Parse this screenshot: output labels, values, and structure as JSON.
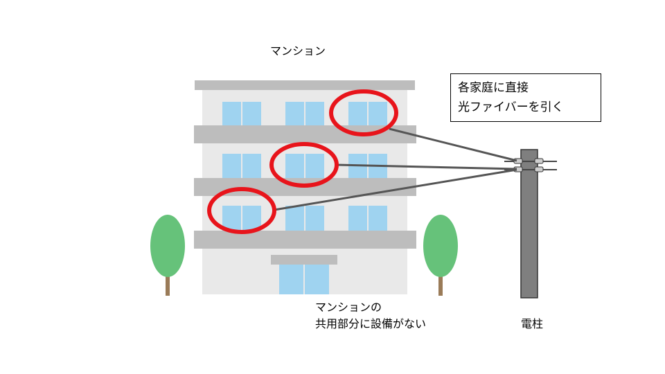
{
  "building": {
    "title": "マンション",
    "note_line1": "マンションの",
    "note_line2": "共用部分に設備がない"
  },
  "callout": {
    "line1": "各家庭に直接",
    "line2": "光ファイバーを引く"
  },
  "pole": {
    "label": "電柱"
  },
  "colors": {
    "wall": "#e9e9e9",
    "slab": "#bdbdbd",
    "window": "#9fd3f0",
    "highlight": "#e8141b",
    "cable": "#555555",
    "pole": "#7f7f7f",
    "tree": "#66c27a",
    "trunk": "#9a7b58"
  }
}
